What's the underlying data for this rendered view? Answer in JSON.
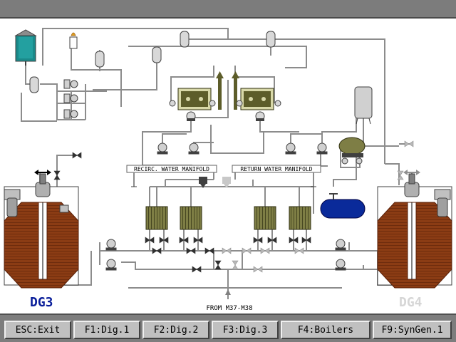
{
  "manifolds": {
    "recirc": "RECIRC. WATER MANIFOLD",
    "return": "RETURN WATER MANIFOLD"
  },
  "inlet_label": "FROM M37-M38",
  "generators": {
    "left": {
      "label": "DG3",
      "color": "#0a1e9a"
    },
    "right": {
      "label": "DG4",
      "color": "#d6d6d6"
    }
  },
  "colors": {
    "pipe": "#8c8c8c",
    "boiler_body": "#8b3c14",
    "boiler_line": "#5a2008",
    "tank_teal": "#1a8a8a",
    "storage_tank_blue": "#0a2a9a",
    "exchanger_olive": "#7e7e45",
    "engine_olive": "#5d5d2a",
    "titlebar": "#7c7c7c"
  },
  "function_keys": [
    {
      "label": "ESC:Exit"
    },
    {
      "label": "F1:Dig.1"
    },
    {
      "label": "F2:Dig.2"
    },
    {
      "label": "F3:Dig.3"
    },
    {
      "label": "F4:Boilers"
    },
    {
      "label": "F9:SynGen.1"
    }
  ]
}
